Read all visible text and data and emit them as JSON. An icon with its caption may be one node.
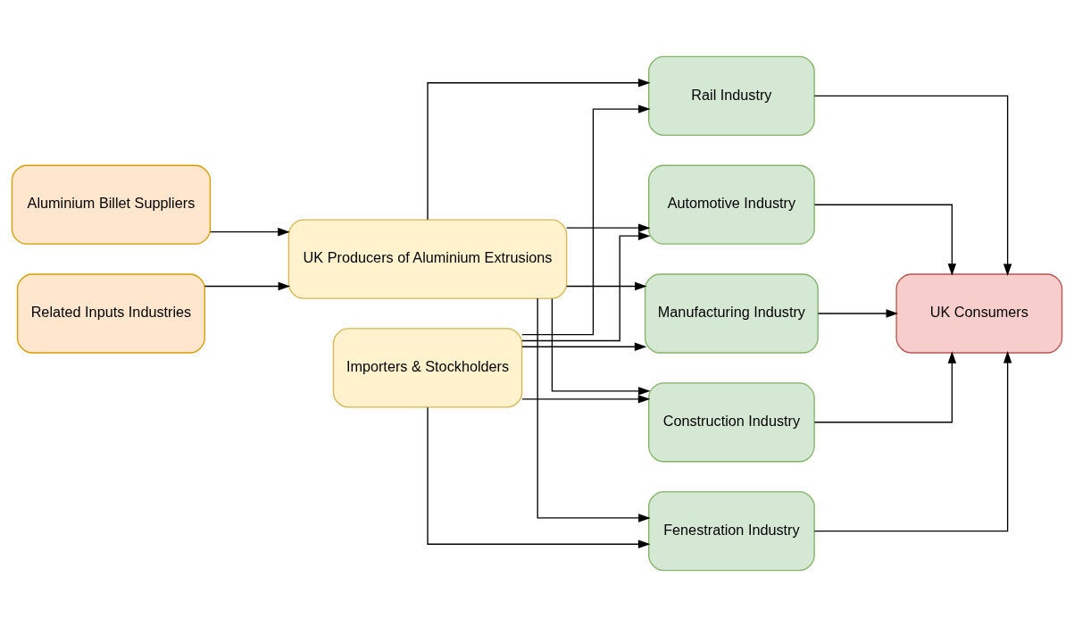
{
  "diagram": {
    "nodes": [
      {
        "text": [
          "Aluminium Billet Suppliers"
        ]
      },
      {
        "text": [
          "Related Inputs Industries"
        ]
      },
      {
        "text": [
          "UK Producers of Aluminium Extrusions"
        ]
      },
      {
        "text": [
          "Importers & Stockholders"
        ]
      },
      {
        "text": [
          "Automotive Industry"
        ]
      },
      {
        "text": [
          "Manufacturing Industry"
        ]
      },
      {
        "text": [
          "Construction Industry"
        ]
      },
      {
        "text": [
          "Fenestration Industry"
        ]
      },
      {
        "text": [
          "Rail Industry"
        ]
      },
      {
        "text": [
          "UK Consumers"
        ]
      }
    ],
    "edges": [
      {
        "from": 0,
        "to": 2,
        "arrow": "to"
      },
      {
        "from": 1,
        "to": 2,
        "arrow": "to"
      },
      {
        "from": 2,
        "to": 4,
        "arrow": "to"
      },
      {
        "from": 2,
        "to": 5,
        "arrow": "to"
      },
      {
        "from": 2,
        "to": 6,
        "arrow": "to"
      },
      {
        "from": 2,
        "to": 7,
        "arrow": "to"
      },
      {
        "from": 2,
        "to": 8,
        "arrow": "to"
      },
      {
        "from": 3,
        "to": 4,
        "arrow": "to"
      },
      {
        "from": 3,
        "to": 5,
        "arrow": "to"
      },
      {
        "from": 3,
        "to": 6,
        "arrow": "to"
      },
      {
        "from": 3,
        "to": 7,
        "arrow": "to"
      },
      {
        "from": 3,
        "to": 8,
        "arrow": "to"
      },
      {
        "from": 4,
        "to": 9,
        "arrow": "to"
      },
      {
        "from": 5,
        "to": 9,
        "arrow": "to"
      },
      {
        "from": 6,
        "to": 9,
        "arrow": "to"
      },
      {
        "from": 7,
        "to": 9,
        "arrow": "to"
      },
      {
        "from": 8,
        "to": 9,
        "arrow": "to"
      }
    ]
  }
}
